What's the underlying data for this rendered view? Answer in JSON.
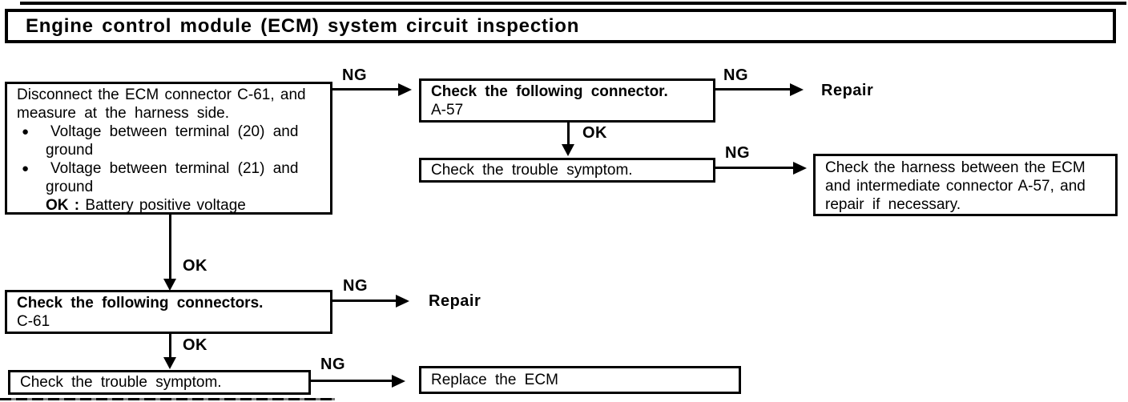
{
  "title": "Engine control module (ECM) system circuit inspection",
  "colors": {
    "ink": "#000000",
    "paper": "#ffffff"
  },
  "glyphs": {
    "bullet": "●"
  },
  "labels": {
    "ng": "NG",
    "ok": "OK",
    "repair": "Repair"
  },
  "boxes": {
    "start": {
      "line1": "Disconnect the ECM connector C-61, and",
      "line2": "measure at the harness side.",
      "bullets": [
        {
          "line1": "Voltage between terminal (20) and",
          "line2": "ground"
        },
        {
          "line1": "Voltage between terminal (21) and",
          "line2": "ground"
        }
      ],
      "ok_key": "OK :",
      "ok_value": "Battery positive voltage"
    },
    "check_connector_a57": {
      "title": "Check the following connector.",
      "id": "A-57"
    },
    "trouble_symptom_top": {
      "text": "Check the trouble symptom."
    },
    "harness_repair": {
      "line1": "Check the harness between the ECM",
      "line2": "and intermediate connector A-57, and",
      "line3": "repair if necessary."
    },
    "check_connectors_c61": {
      "title": "Check the following connectors.",
      "id": "C-61"
    },
    "trouble_symptom_bottom": {
      "text": "Check the trouble symptom."
    },
    "replace_ecm": {
      "text": "Replace the ECM"
    }
  }
}
